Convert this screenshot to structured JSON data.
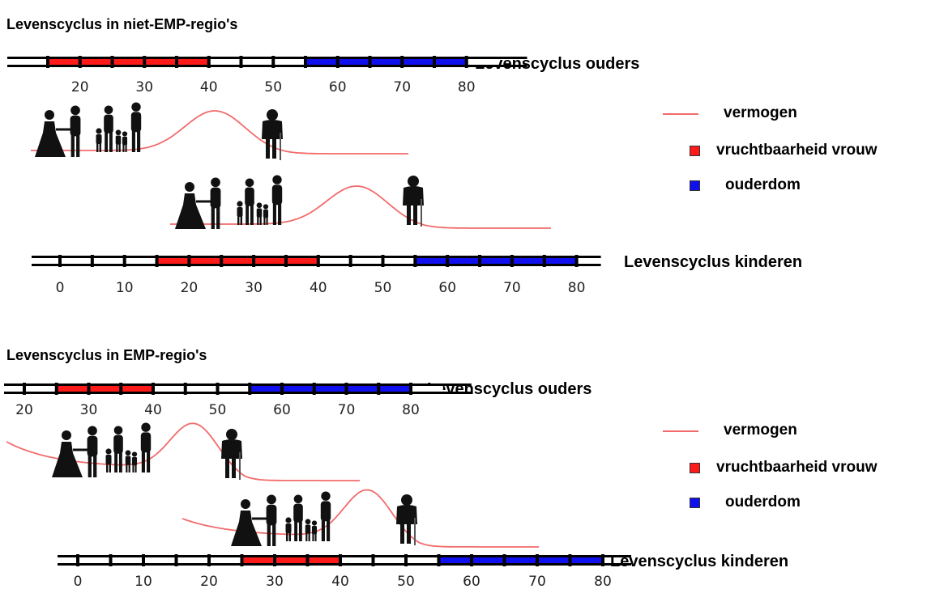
{
  "colors": {
    "fertility": "#ff1a1a",
    "old_age": "#1010ee",
    "wealth_curve": "#f26b6b",
    "bar_frame": "#000000"
  },
  "sections": [
    {
      "title": "Levenscyclus in niet-EMP-regio's",
      "parents_label": "Levenscyclus ouders",
      "parents_ticks": [
        "20",
        "30",
        "40",
        "50",
        "60",
        "70",
        "80"
      ],
      "children_label": "Levenscyclus kinderen",
      "children_ticks": [
        "0",
        "10",
        "20",
        "30",
        "40",
        "50",
        "60",
        "70",
        "80"
      ],
      "fertility_age_range": [
        15,
        40
      ],
      "old_age_range": [
        55,
        80
      ],
      "legend": {
        "wealth": "vermogen",
        "fertility": "vruchtbaarheid vrouw",
        "old_age": "ouderdom"
      },
      "figures": [
        "wedding-couple-icon",
        "family-icon",
        "elderly-man-icon"
      ]
    },
    {
      "title": "Levenscyclus in EMP-regio's",
      "parents_label": "Levenscyclus ouders",
      "parents_ticks": [
        "20",
        "30",
        "40",
        "50",
        "60",
        "70",
        "80"
      ],
      "children_label": "Levenscyclus kinderen",
      "children_ticks": [
        "0",
        "10",
        "20",
        "30",
        "40",
        "50",
        "60",
        "70",
        "80"
      ],
      "fertility_age_range": [
        25,
        40
      ],
      "old_age_range": [
        55,
        80
      ],
      "legend": {
        "wealth": "vermogen",
        "fertility": "vruchtbaarheid vrouw",
        "old_age": "ouderdom"
      },
      "figures": [
        "wedding-couple-icon",
        "family-icon",
        "elderly-man-icon"
      ]
    }
  ]
}
